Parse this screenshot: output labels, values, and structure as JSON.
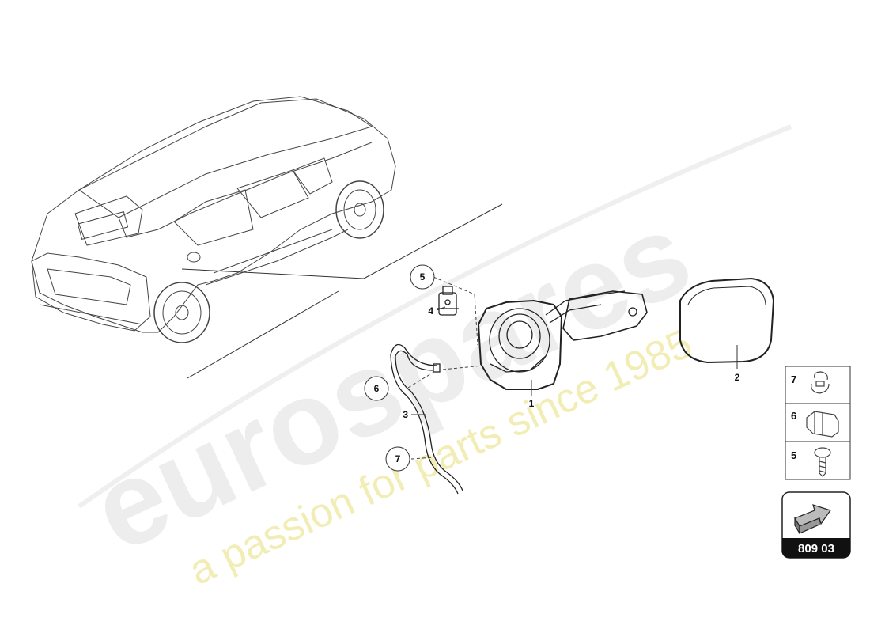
{
  "watermark": {
    "brand": "eurospares",
    "tagline": "a passion for parts since 1985"
  },
  "parts": {
    "p1": "1",
    "p2": "2",
    "p3": "3",
    "p4": "4",
    "p5": "5",
    "p6": "6",
    "p7": "7"
  },
  "legend": [
    {
      "num": "7",
      "icon": "hose-clip-icon"
    },
    {
      "num": "6",
      "icon": "holder-clip-icon"
    },
    {
      "num": "5",
      "icon": "screw-icon"
    }
  ],
  "reference": {
    "code": "809 03",
    "icon": "direction-arrow-icon"
  }
}
